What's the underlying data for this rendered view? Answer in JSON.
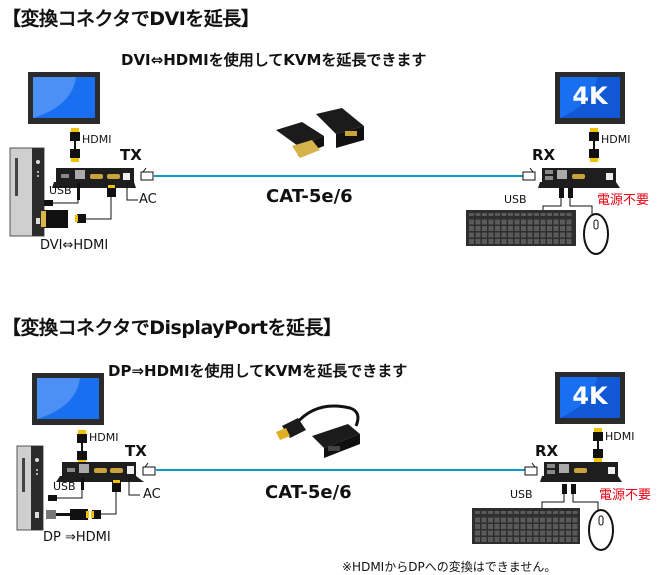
{
  "section1": {
    "heading": "【変換コネクタでDVIを延長】",
    "subheading": "DVI⇔HDMIを使用してKVMを延長できます",
    "tx_label": "TX",
    "rx_label": "RX",
    "tx_hdmi_label": "HDMI",
    "rx_hdmi_label": "HDMI",
    "tx_usb_label": "USB",
    "rx_usb_label": "USB",
    "ac_label": "AC",
    "converter_label": "DVI⇔HDMI",
    "cable_label": "CAT-5e/6",
    "no_power_label": "電源不要",
    "monitor_4k_text": "4K"
  },
  "section2": {
    "heading": "【変換コネクタでDisplayPortを延長】",
    "subheading": "DP⇒HDMIを使用してKVMを延長できます",
    "tx_label": "TX",
    "rx_label": "RX",
    "tx_hdmi_label": "HDMI",
    "rx_hdmi_label": "HDMI",
    "tx_usb_label": "USB",
    "rx_usb_label": "USB",
    "ac_label": "AC",
    "converter_label": "DP ⇒HDMI",
    "cable_label": "CAT-5e/6",
    "no_power_label": "電源不要",
    "monitor_4k_text": "4K",
    "footnote": "※HDMIからDPへの変換はできません。"
  },
  "colors": {
    "cable_blue": "#0a9bc9",
    "screen_blue": "#1a6ff0",
    "connector_gold": "#f2c200",
    "warning_red": "#e60012"
  }
}
